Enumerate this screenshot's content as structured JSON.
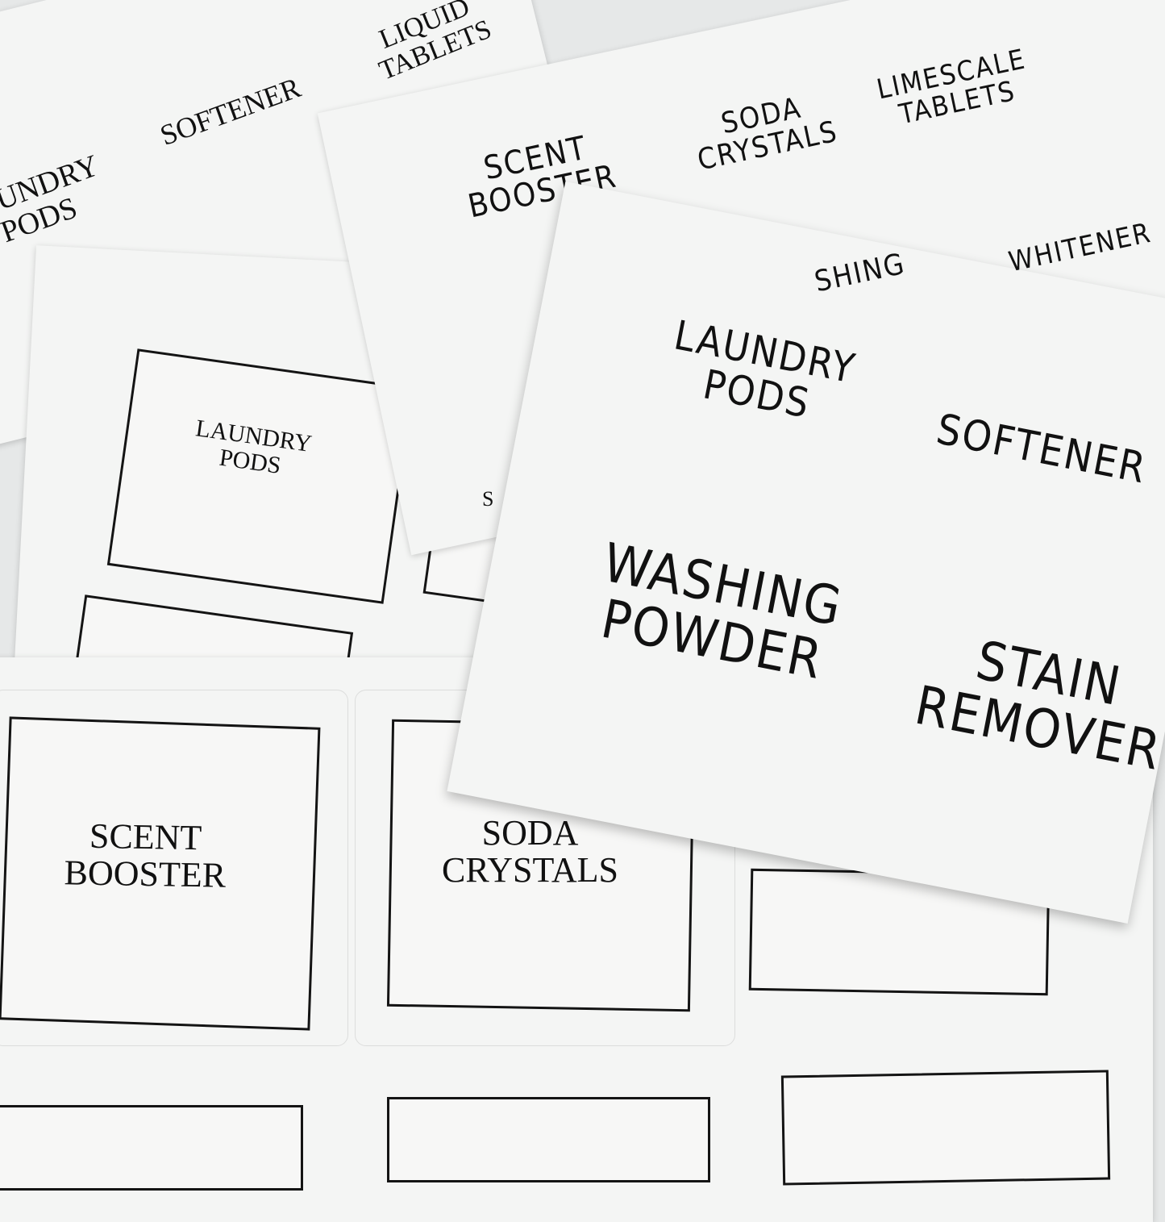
{
  "colors": {
    "background": "#e6e8e8",
    "paper": "#f4f5f4",
    "ink": "#141414"
  },
  "sheet_serif_top": {
    "labels": [
      "LIQUID\nTABLETS",
      "SOFTENER",
      "LAUNDRY\nPODS"
    ]
  },
  "sheet_boxed_left": {
    "labels": [
      "LAUNDRY\nPODS",
      "S"
    ]
  },
  "sheet_thin_back": {
    "labels": [
      "SCENT\nBOOSTER",
      "SODA\nCRYSTALS",
      "LIMESCALE\nTABLETS",
      "SHING",
      "WHITENER"
    ]
  },
  "sheet_thin_front": {
    "labels": [
      "LAUNDRY\nPODS",
      "SOFTENER",
      "WASHING\nPOWDER",
      "STAIN\nREMOVER"
    ]
  },
  "sheet_boxed_bottom": {
    "labels": [
      "SCENT\nBOOSTER",
      "SODA\nCRYSTALS"
    ]
  }
}
